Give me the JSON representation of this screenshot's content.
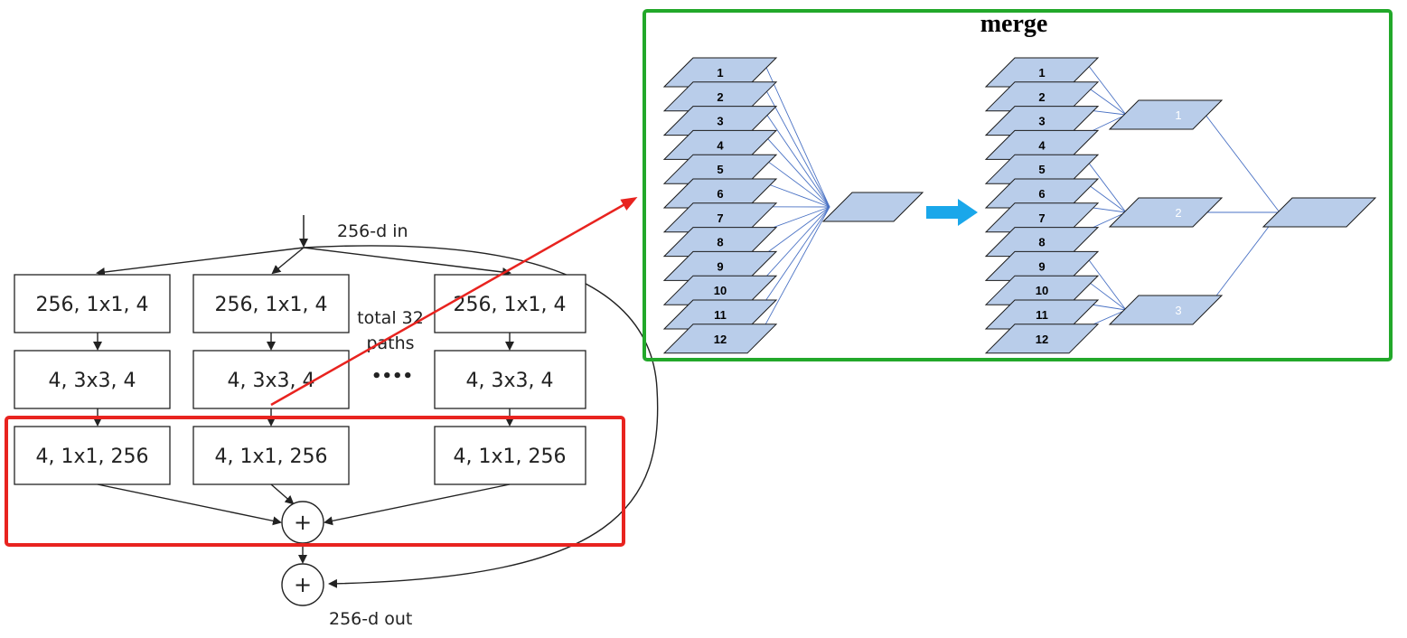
{
  "input_label": "256-d in",
  "output_label": "256-d out",
  "paths_label_line1": "total 32",
  "paths_label_line2": "paths",
  "ellipsis": "••••",
  "branch_rows": [
    [
      "256, 1x1, 4",
      "256, 1x1, 4",
      "256, 1x1, 4"
    ],
    [
      "4, 3x3, 4",
      "4, 3x3, 4",
      "4, 3x3, 4"
    ],
    [
      "4, 1x1, 256",
      "4, 1x1, 256",
      "4, 1x1, 256"
    ]
  ],
  "plus_symbol": "+",
  "merge_title": "merge",
  "left_stack_numbers": [
    "1",
    "2",
    "3",
    "4",
    "5",
    "6",
    "7",
    "8",
    "9",
    "10",
    "11",
    "12"
  ],
  "right_stack_numbers": [
    "1",
    "2",
    "3",
    "4",
    "5",
    "6",
    "7",
    "8",
    "9",
    "10",
    "11",
    "12"
  ],
  "group_numbers": [
    "1",
    "2",
    "3"
  ],
  "colors": {
    "highlight_red": "#e8231f",
    "merge_green": "#22a82a",
    "layer_fill": "#b9cdea",
    "connector_blue": "#4a72c4",
    "arrow_cyan": "#1aa7ea",
    "line_dark": "#222222"
  }
}
